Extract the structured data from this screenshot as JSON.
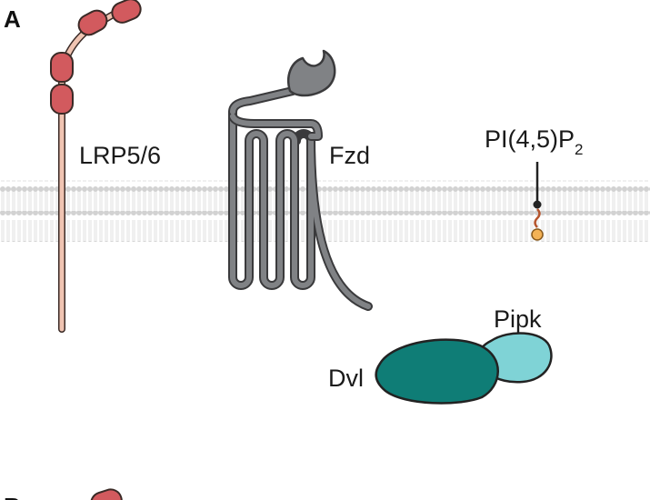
{
  "panel_a": {
    "panel_label": "A",
    "labels": {
      "lrp": "LRP5/6",
      "fzd": "Fzd",
      "pip2_main": "PI(4,5)P",
      "pip2_sub": "2",
      "pipk": "Pipk",
      "dvl": "Dvl"
    }
  },
  "panel_b": {
    "panel_label": "B"
  },
  "colors": {
    "membrane_head": "#d4d4d4",
    "membrane_tail": "#e6e6e6",
    "lrp_stalk": "#f0c4b2",
    "lrp_stalk_outline": "#3a2a26",
    "lrp_domain": "#d25a5e",
    "fzd_fill": "#808285",
    "fzd_outline": "#3a3a3c",
    "dvl": "#0f7d76",
    "pipk": "#7fd3d6",
    "pip2_head": "#f3b256",
    "pip2_tail": "#b5542c",
    "pip2_pointer": "#222222"
  }
}
